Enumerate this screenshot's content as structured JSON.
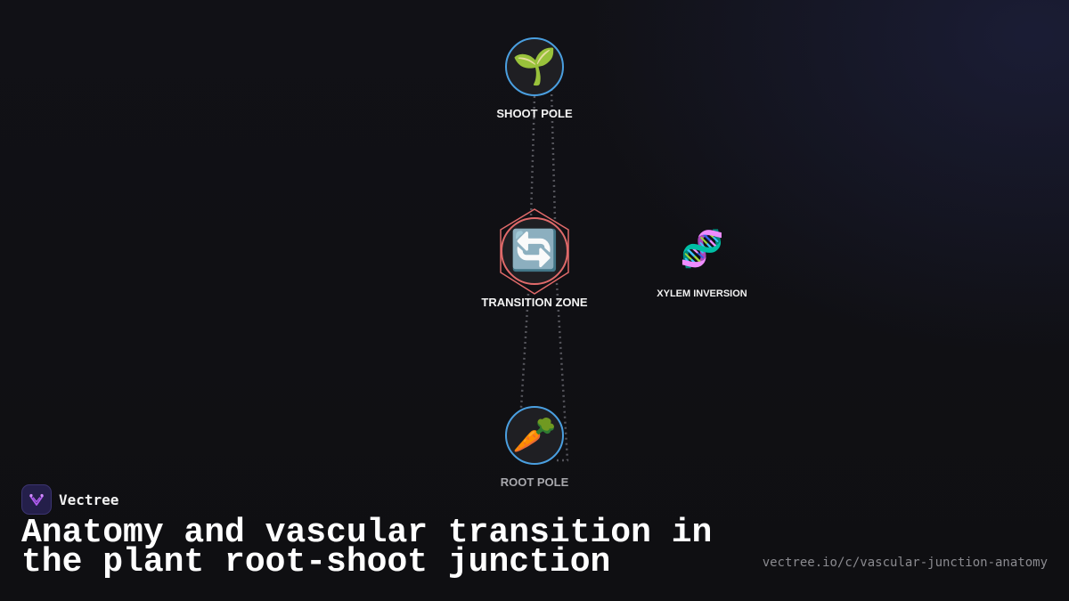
{
  "diagram": {
    "nodes": {
      "shoot_pole": {
        "label": "SHOOT POLE",
        "icon": "seedling-icon",
        "glyph": "🌱",
        "border_color": "#4a9fe0"
      },
      "transition_zone": {
        "label": "TRANSITION ZONE",
        "icon": "counterclockwise-arrows-icon",
        "glyph": "🔄",
        "border_color": "#e06a6a"
      },
      "root_pole": {
        "label": "ROOT POLE",
        "icon": "carrot-icon",
        "glyph": "🥕",
        "border_color": "#4a9fe0"
      },
      "xylem_inversion": {
        "label": "XYLEM INVERSION",
        "icon": "dna-icon",
        "glyph": "🧬"
      }
    },
    "connector_color": "#55555c"
  },
  "brand": {
    "name": "Vectree",
    "icon": "vectree-logo-icon",
    "logo_color": "#b05cf0"
  },
  "title": "Anatomy and vascular transition in the plant root-shoot junction",
  "url": "vectree.io/c/vascular-junction-anatomy"
}
